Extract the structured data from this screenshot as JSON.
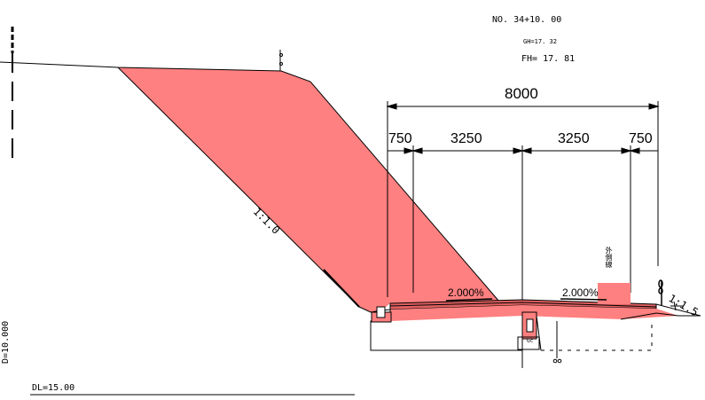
{
  "header": {
    "station": "NO. 34+10. 00",
    "gh": "GH=17. 32",
    "fh": "FH= 17. 81"
  },
  "dimensions": {
    "total": "8000",
    "left_shoulder": "750",
    "left_lane": "3250",
    "right_lane": "3250",
    "right_shoulder": "750"
  },
  "slopes": {
    "cut_slope": "1:1.0",
    "fill_slope": "1:1.5",
    "left_crossfall": "2.000%",
    "right_crossfall": "2.000%"
  },
  "labels": {
    "outer_line": "外側線",
    "datum_level": "DL=15.00",
    "depth": "D=10.000",
    "drain_box": "Gc"
  },
  "colors": {
    "cut_fill": "#ff8080",
    "line": "#000000",
    "pavement": "#e06060"
  }
}
